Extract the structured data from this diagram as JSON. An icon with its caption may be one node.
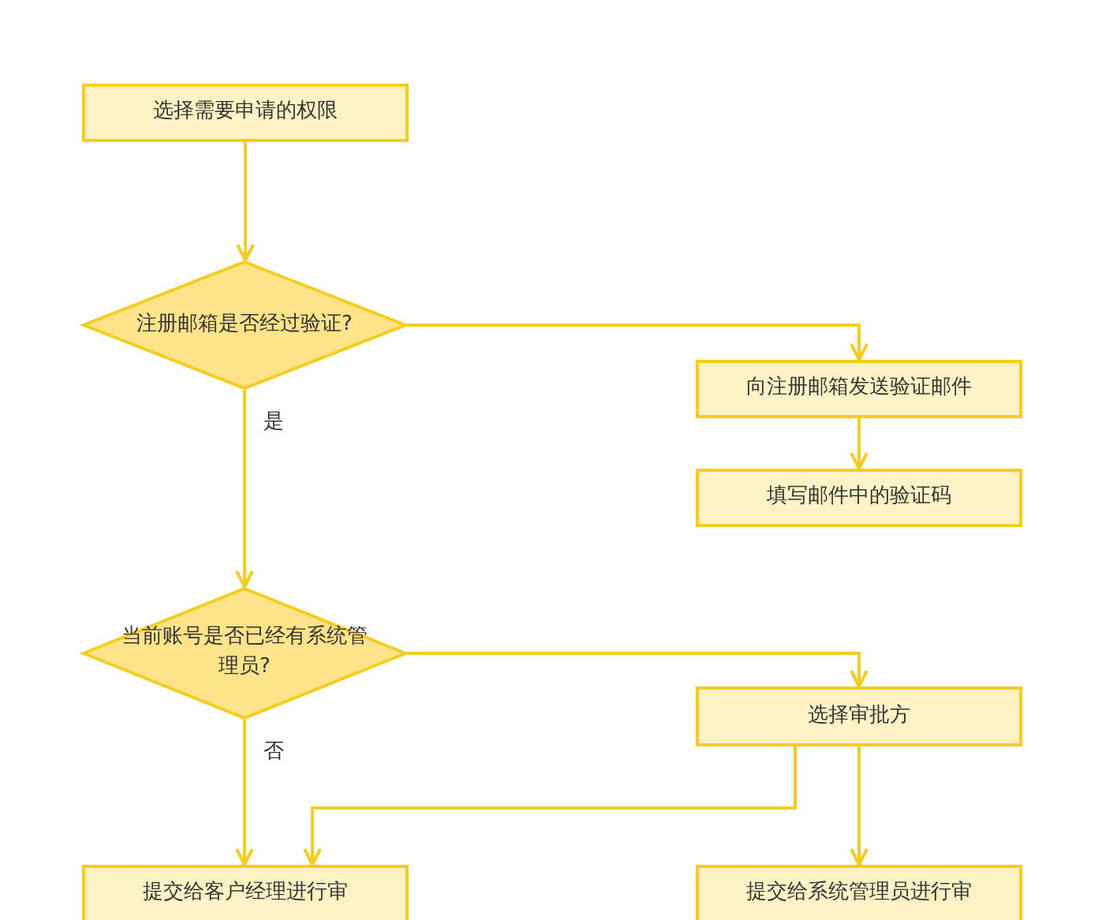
{
  "diagram": {
    "nodes": [
      {
        "text": [
          "选择需要申请的权限"
        ]
      },
      {
        "text": [
          "注册邮箱是否经过验证?"
        ]
      },
      {
        "text": [
          "向注册邮箱发送验证邮件"
        ]
      },
      {
        "text": [
          "填写邮件中的验证码"
        ]
      },
      {
        "text": [
          "当前账号是否已经有系统管理员?"
        ]
      },
      {
        "text": [
          "选择审批方"
        ]
      },
      {
        "text": [
          "提交给客户经理进行审"
        ]
      },
      {
        "text": [
          "提交给系统管理员进行审"
        ]
      }
    ],
    "edges": [
      {
        "from": 0,
        "to": 1,
        "arrow": "to"
      },
      {
        "from": 1,
        "to": 2,
        "arrow": "to"
      },
      {
        "from": 2,
        "to": 3,
        "arrow": "to"
      },
      {
        "from": 1,
        "to": 4,
        "label": "是",
        "arrow": "to"
      },
      {
        "from": 4,
        "to": 5,
        "arrow": "to"
      },
      {
        "from": 4,
        "to": 6,
        "label": "否",
        "arrow": "to"
      },
      {
        "from": 5,
        "to": 6,
        "arrow": "to"
      },
      {
        "from": 5,
        "to": 7,
        "arrow": "to"
      }
    ]
  }
}
